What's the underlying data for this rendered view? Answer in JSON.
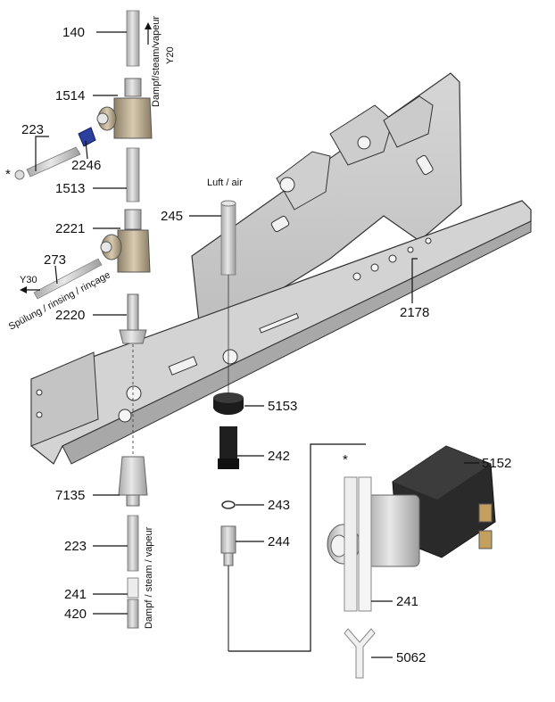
{
  "figure": {
    "part_labels": {
      "p140": "140",
      "p1514": "1514",
      "p223_top": "223",
      "p2246": "2246",
      "p1513": "1513",
      "p2221": "2221",
      "p273": "273",
      "p2220": "2220",
      "p245": "245",
      "p2178": "2178",
      "p5153": "5153",
      "p242": "242",
      "p5152": "5152",
      "p7135": "7135",
      "p243": "243",
      "p244": "244",
      "p223_bottom": "223",
      "p241_left": "241",
      "p420": "420",
      "p241_right": "241",
      "p5062": "5062"
    },
    "annotations": {
      "steam_top": "Dampf/steam/vapeur",
      "y20": "Y20",
      "air": "Luft / air",
      "y30": "Y30",
      "rinse": "Spülung / rinsing / rinçage",
      "steam_bottom": "Dampf / steam / vapeur",
      "star_left": "*",
      "star_right": "*"
    },
    "colors": {
      "metal": "#c9c9c9",
      "metal_dark": "#9a9a9a",
      "brass": "#b7a88c",
      "blue_part": "#2b3f9e",
      "black_part": "#1c1c1c",
      "line": "#111111"
    }
  }
}
